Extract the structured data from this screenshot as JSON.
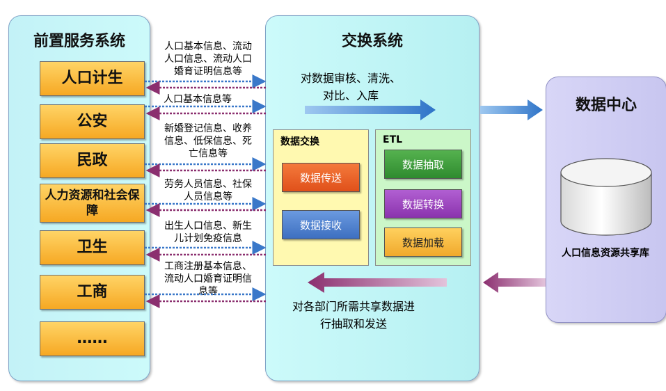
{
  "front_panel": {
    "title": "前置服务系统",
    "departments": [
      "人口计生",
      "公安",
      "民政",
      "人力资源和社会保障",
      "卫生",
      "工商",
      "……"
    ]
  },
  "flow_labels": [
    "人口基本信息、流动\n人口信息、流动人口\n婚育证明信息等",
    "人口基本信息等",
    "新婚登记信息、收养\n信息、低保信息、死\n亡信息等",
    "劳务人员信息、社保\n人员信息等",
    "出生人口信息、新生\n儿计划免疫信息",
    "工商注册基本信息、\n流动人口婚育证明信\n息等"
  ],
  "exchange_panel": {
    "title": "交换系统",
    "process_text": "对数据审核、清洗、\n对比、入库",
    "data_exchange": {
      "title": "数据交换",
      "send": "数据传送",
      "receive": "数据接收"
    },
    "etl": {
      "title": "ETL",
      "extract": "数据抽取",
      "transform": "数据转换",
      "load": "数据加载"
    },
    "return_text": "对各部门所需共享数据进\n行抽取和发送"
  },
  "data_center": {
    "title": "数据中心",
    "db_label": "人口信息资源共享库"
  },
  "colors": {
    "blue_arrow": "#3a78c9",
    "purple_arrow": "#8b2f6f",
    "send_btn": "#e8571e",
    "receive_btn": "#4a7fd0",
    "extract_btn": "#3b9b3b",
    "transform_btn": "#9b3fbf",
    "load_btn": "#f2b43a"
  }
}
